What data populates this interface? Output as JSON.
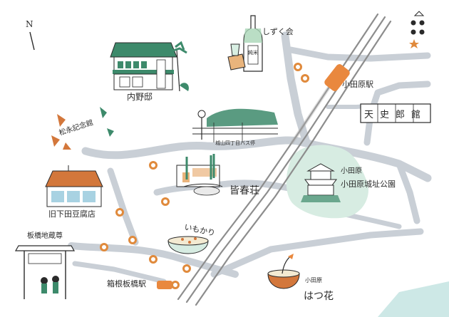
{
  "compass": {
    "letter": "N"
  },
  "colors": {
    "road": "#c9cfd6",
    "rail": "#8d8d8d",
    "park": "#d7ece2",
    "water": "#cde8e6",
    "pin": "#e08a3c",
    "station": "#e9883e",
    "ink": "#2a2a2a",
    "roof_green": "#3d8a6b",
    "roof_orange": "#d3773b"
  },
  "legend": {
    "icon": "legend-dots-icon",
    "star": "star-icon"
  },
  "places": {
    "shizukukai": "しずく会",
    "sake_label": "純米",
    "odawara_station": "小田原駅",
    "uchinotei": "内野邸",
    "shoeikinenkan": "松永記念館",
    "bus_stop": "城山四丁目バス停",
    "tenshikaku": "天史郎館",
    "odawara_castle_park": "小田原城址公園",
    "kaishunso": "皆春荘",
    "old_tofu": "旧下田豆腐店",
    "itabashi_jizo": "板橋地蔵尊",
    "imokari": "いもかり",
    "hakone_itabashi": "箱根板橋駅",
    "odawara_small": "小田原",
    "hatsuhana": "はつ花"
  }
}
